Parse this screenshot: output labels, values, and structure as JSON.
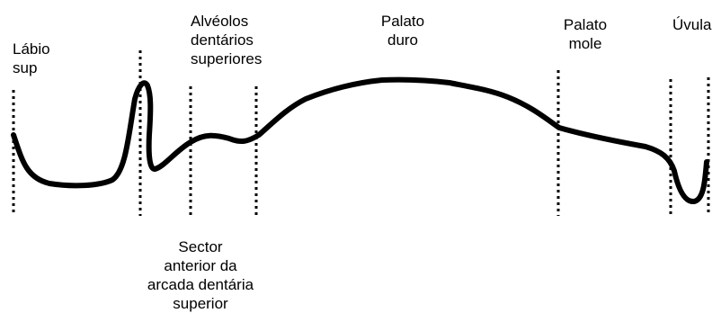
{
  "labels": {
    "labio": [
      "Lábio",
      "sup"
    ],
    "alveolos": [
      "Alvéolos",
      "dentários",
      "superiores"
    ],
    "palato_duro": [
      "Palato",
      "duro"
    ],
    "palato_mole": [
      "Palato",
      "mole"
    ],
    "uvula": [
      "Úvula"
    ],
    "sector": [
      "Sector",
      "anterior da",
      "arcada dentária",
      "superior"
    ]
  },
  "colors": {
    "curve": "#000000",
    "divider": "#000000",
    "background": "#ffffff"
  }
}
